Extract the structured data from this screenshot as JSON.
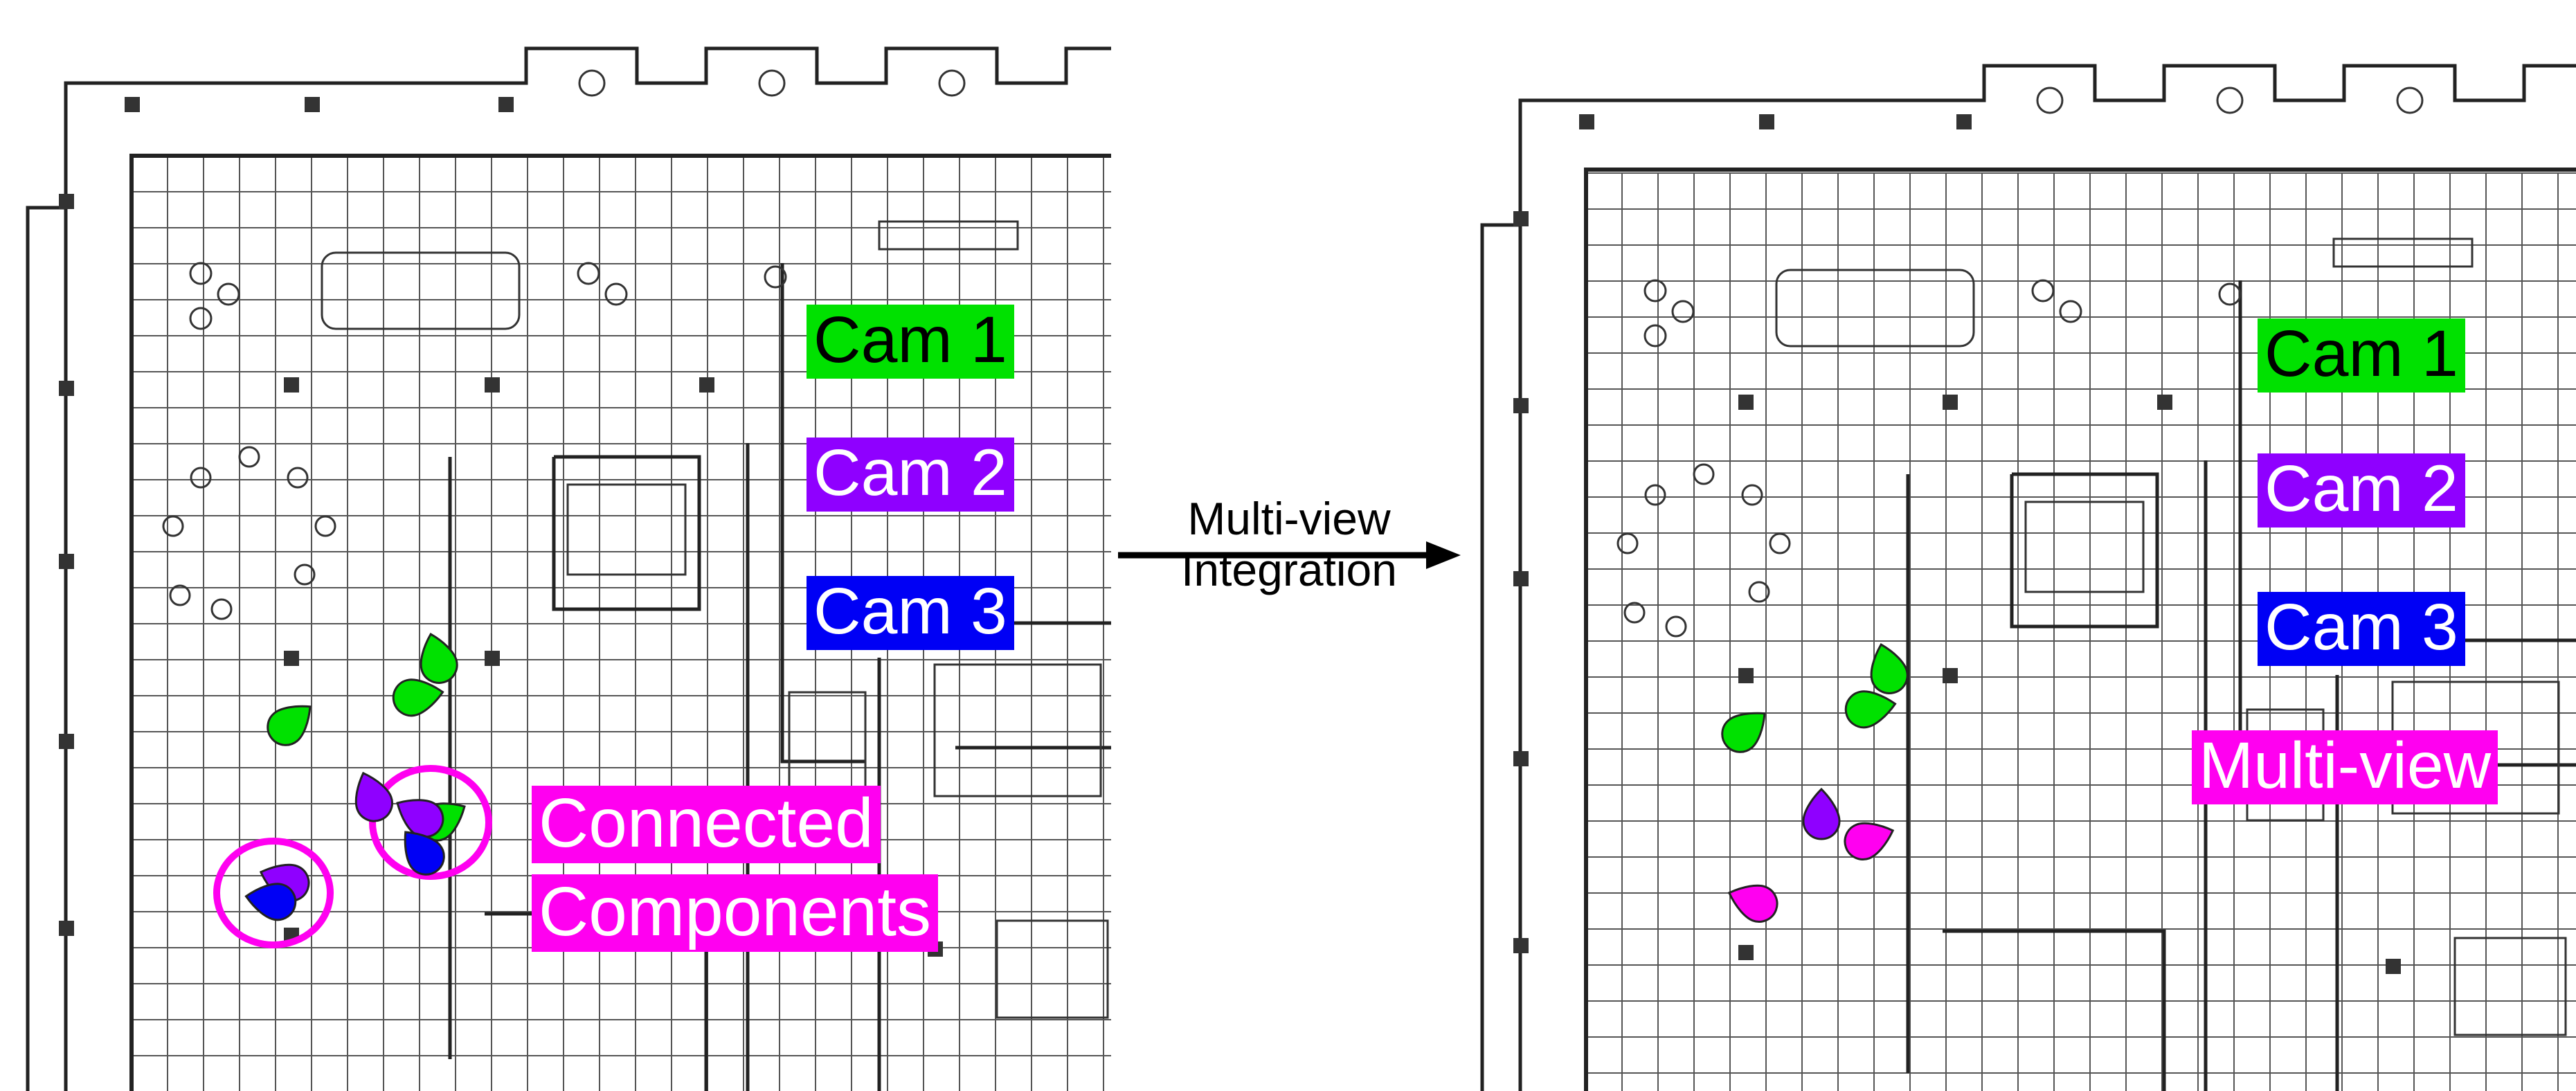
{
  "left_panel": {
    "legend": {
      "cam1": "Cam 1",
      "cam2": "Cam 2",
      "cam3": "Cam 3"
    },
    "annotation_line1": "Connected",
    "annotation_line2": "Components"
  },
  "arrow": {
    "line1": "Multi-view",
    "line2": "Integration"
  },
  "right_panel": {
    "legend": {
      "cam1": "Cam 1",
      "cam2": "Cam 2",
      "cam3": "Cam 3",
      "multiview": "Multi-view"
    }
  },
  "colors": {
    "cam1": "#00e100",
    "cam2": "#8f00ff",
    "cam3": "#0000f5",
    "multiview": "#ff00f0",
    "edge": "#ff0000"
  }
}
